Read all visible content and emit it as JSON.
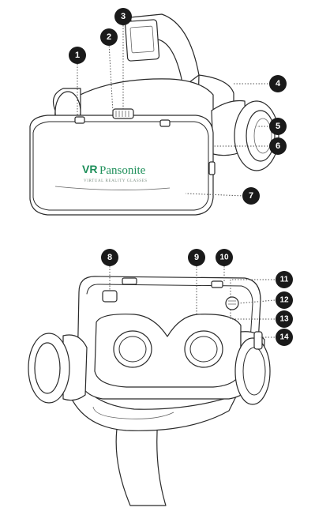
{
  "brand": {
    "logo_mark": "VR",
    "name": "Pansonite",
    "tagline": "VIRTUAL REALITY GLASSES"
  },
  "callouts": [
    "1",
    "2",
    "3",
    "4",
    "5",
    "6",
    "7",
    "8",
    "9",
    "10",
    "11",
    "12",
    "13",
    "14"
  ]
}
